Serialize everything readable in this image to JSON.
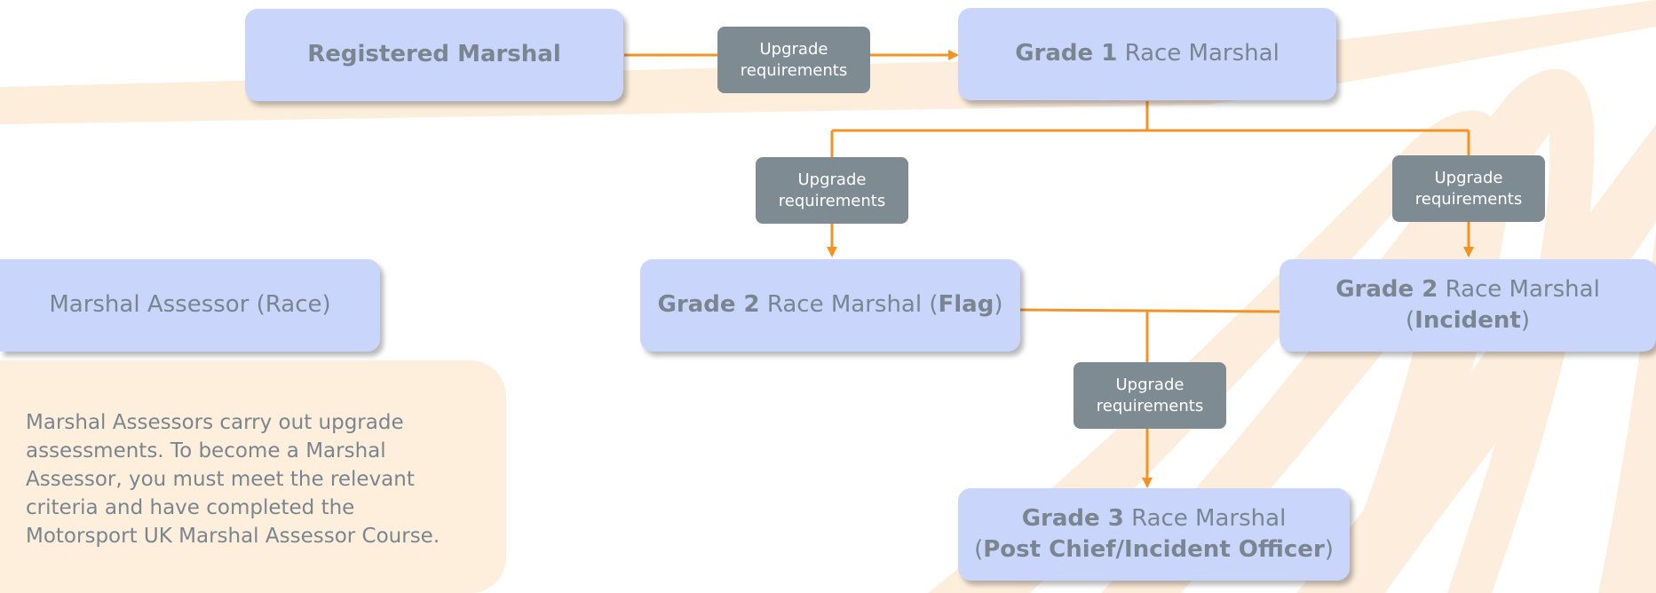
{
  "colors": {
    "node_fill": "#c9d5fb",
    "node_text": "#7a8590",
    "badge_fill": "#7f8b92",
    "badge_text": "#ffffff",
    "connector": "#f39325",
    "info_fill": "#fdefdc",
    "swoosh": "#fdebd6"
  },
  "nodes": {
    "registered": {
      "bold": "Registered Marshal"
    },
    "grade1": {
      "bold": "Grade 1",
      "rest": " Race Marshal"
    },
    "grade2_flag": {
      "bold": "Grade 2",
      "mid": " Race Marshal (",
      "bold2": "Flag",
      "end": ")"
    },
    "grade2_incident": {
      "bold": "Grade 2",
      "mid": " Race Marshal",
      "open": "(",
      "bold2": "Incident",
      "end": ")"
    },
    "grade3": {
      "bold": "Grade 3",
      "mid": " Race Marshal",
      "open": "(",
      "bold2": "Post Chief/Incident Officer",
      "end": ")"
    },
    "assessor": {
      "label": "Marshal Assessor (Race)"
    }
  },
  "badges": {
    "line1": "Upgrade",
    "line2": "requirements"
  },
  "info": {
    "lines": [
      "Marshal Assessors carry out upgrade",
      "assessments. To become a Marshal",
      "Assessor, you must meet the relevant",
      "criteria and have completed the",
      "Motorsport UK Marshal Assessor Course."
    ]
  }
}
